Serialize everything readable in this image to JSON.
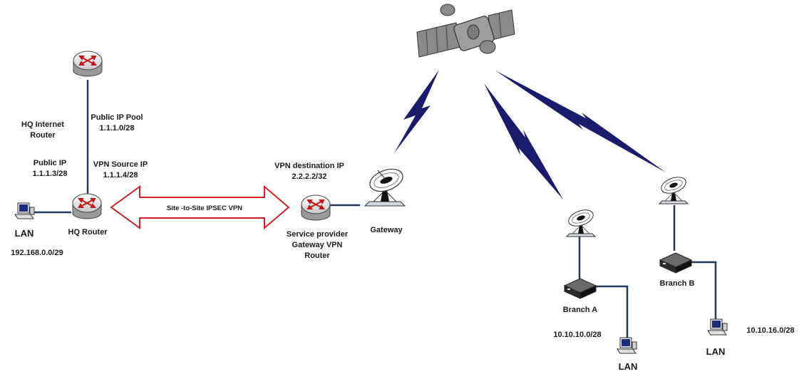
{
  "hq": {
    "internet_router_label": [
      "HQ Internet",
      "Router"
    ],
    "public_ip_pool_title": "Public IP Pool",
    "public_ip_pool_value": "1.1.1.0/28",
    "public_ip_title": "Public IP",
    "public_ip_value": "1.1.1.3/28",
    "vpn_source_title": "VPN Source IP",
    "vpn_source_value": "1.1.1.4/28",
    "router_label": "HQ Router",
    "lan_label": "LAN",
    "lan_subnet": "192.168.0.0/29"
  },
  "vpn_tunnel_label": "Site -to-Site IPSEC VPN",
  "provider": {
    "vpn_dest_title": "VPN destination IP",
    "vpn_dest_value": "2.2.2.2/32",
    "router_label": [
      "Service provider",
      "Gateway VPN",
      "Router"
    ],
    "gateway_label": "Gateway"
  },
  "branch_a": {
    "label": "Branch A",
    "subnet": "10.10.10.0/28",
    "lan_label": "LAN"
  },
  "branch_b": {
    "label": "Branch B",
    "subnet": "10.10.16.0/28",
    "lan_label": "LAN"
  },
  "colors": {
    "link": "#1f3a5a",
    "radio_link": "#1b1b6b",
    "vpn_arrow": "#d42020",
    "router_arrow": "#c01818"
  }
}
